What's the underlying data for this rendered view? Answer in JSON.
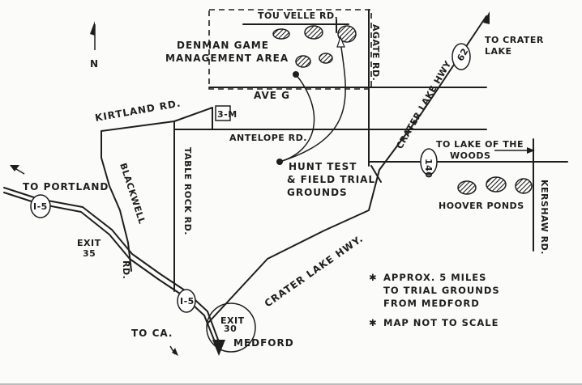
{
  "map": {
    "north": "N",
    "labels": {
      "tou_velle": "TOU VELLE RD.",
      "denman_1": "DENMAN GAME",
      "denman_2": "MANAGEMENT AREA",
      "agate": "AGATE RD.",
      "to_crater_1": "TO CRATER",
      "to_crater_2": "LAKE",
      "crater_hwy_upper": "CRATER LAKE HWY",
      "shield_62": "62",
      "ave_g": "AVE G",
      "kirtland": "KIRTLAND RD.",
      "three_m": "3-M",
      "antelope": "ANTELOPE RD.",
      "to_lake_woods_1": "TO LAKE OF THE",
      "to_lake_woods_2": "WOODS",
      "shield_140": "140",
      "kershaw": "KERSHAW RD.",
      "hunt_1": "HUNT TEST",
      "hunt_2": "& FIELD TRIAL",
      "hunt_3": "GROUNDS",
      "hoover": "HOOVER PONDS",
      "to_portland": "TO PORTLAND",
      "shield_i5_top": "I-5",
      "blackwell": "BLACKWELL",
      "blackwell_rd": "RD.",
      "table_rock": "TABLE ROCK RD.",
      "exit35_1": "EXIT",
      "exit35_2": "35",
      "crater_hwy_lower": "CRATER LAKE HWY.",
      "shield_i5_bottom": "I-5",
      "exit30_1": "EXIT",
      "exit30_2": "30",
      "medford": "MEDFORD",
      "to_ca": "TO CA.",
      "note1_1": "APPROX. 5 MILES",
      "note1_2": "TO TRIAL GROUNDS",
      "note1_3": "FROM MEDFORD",
      "note2": "MAP NOT TO SCALE",
      "asterisk": "✱"
    }
  }
}
